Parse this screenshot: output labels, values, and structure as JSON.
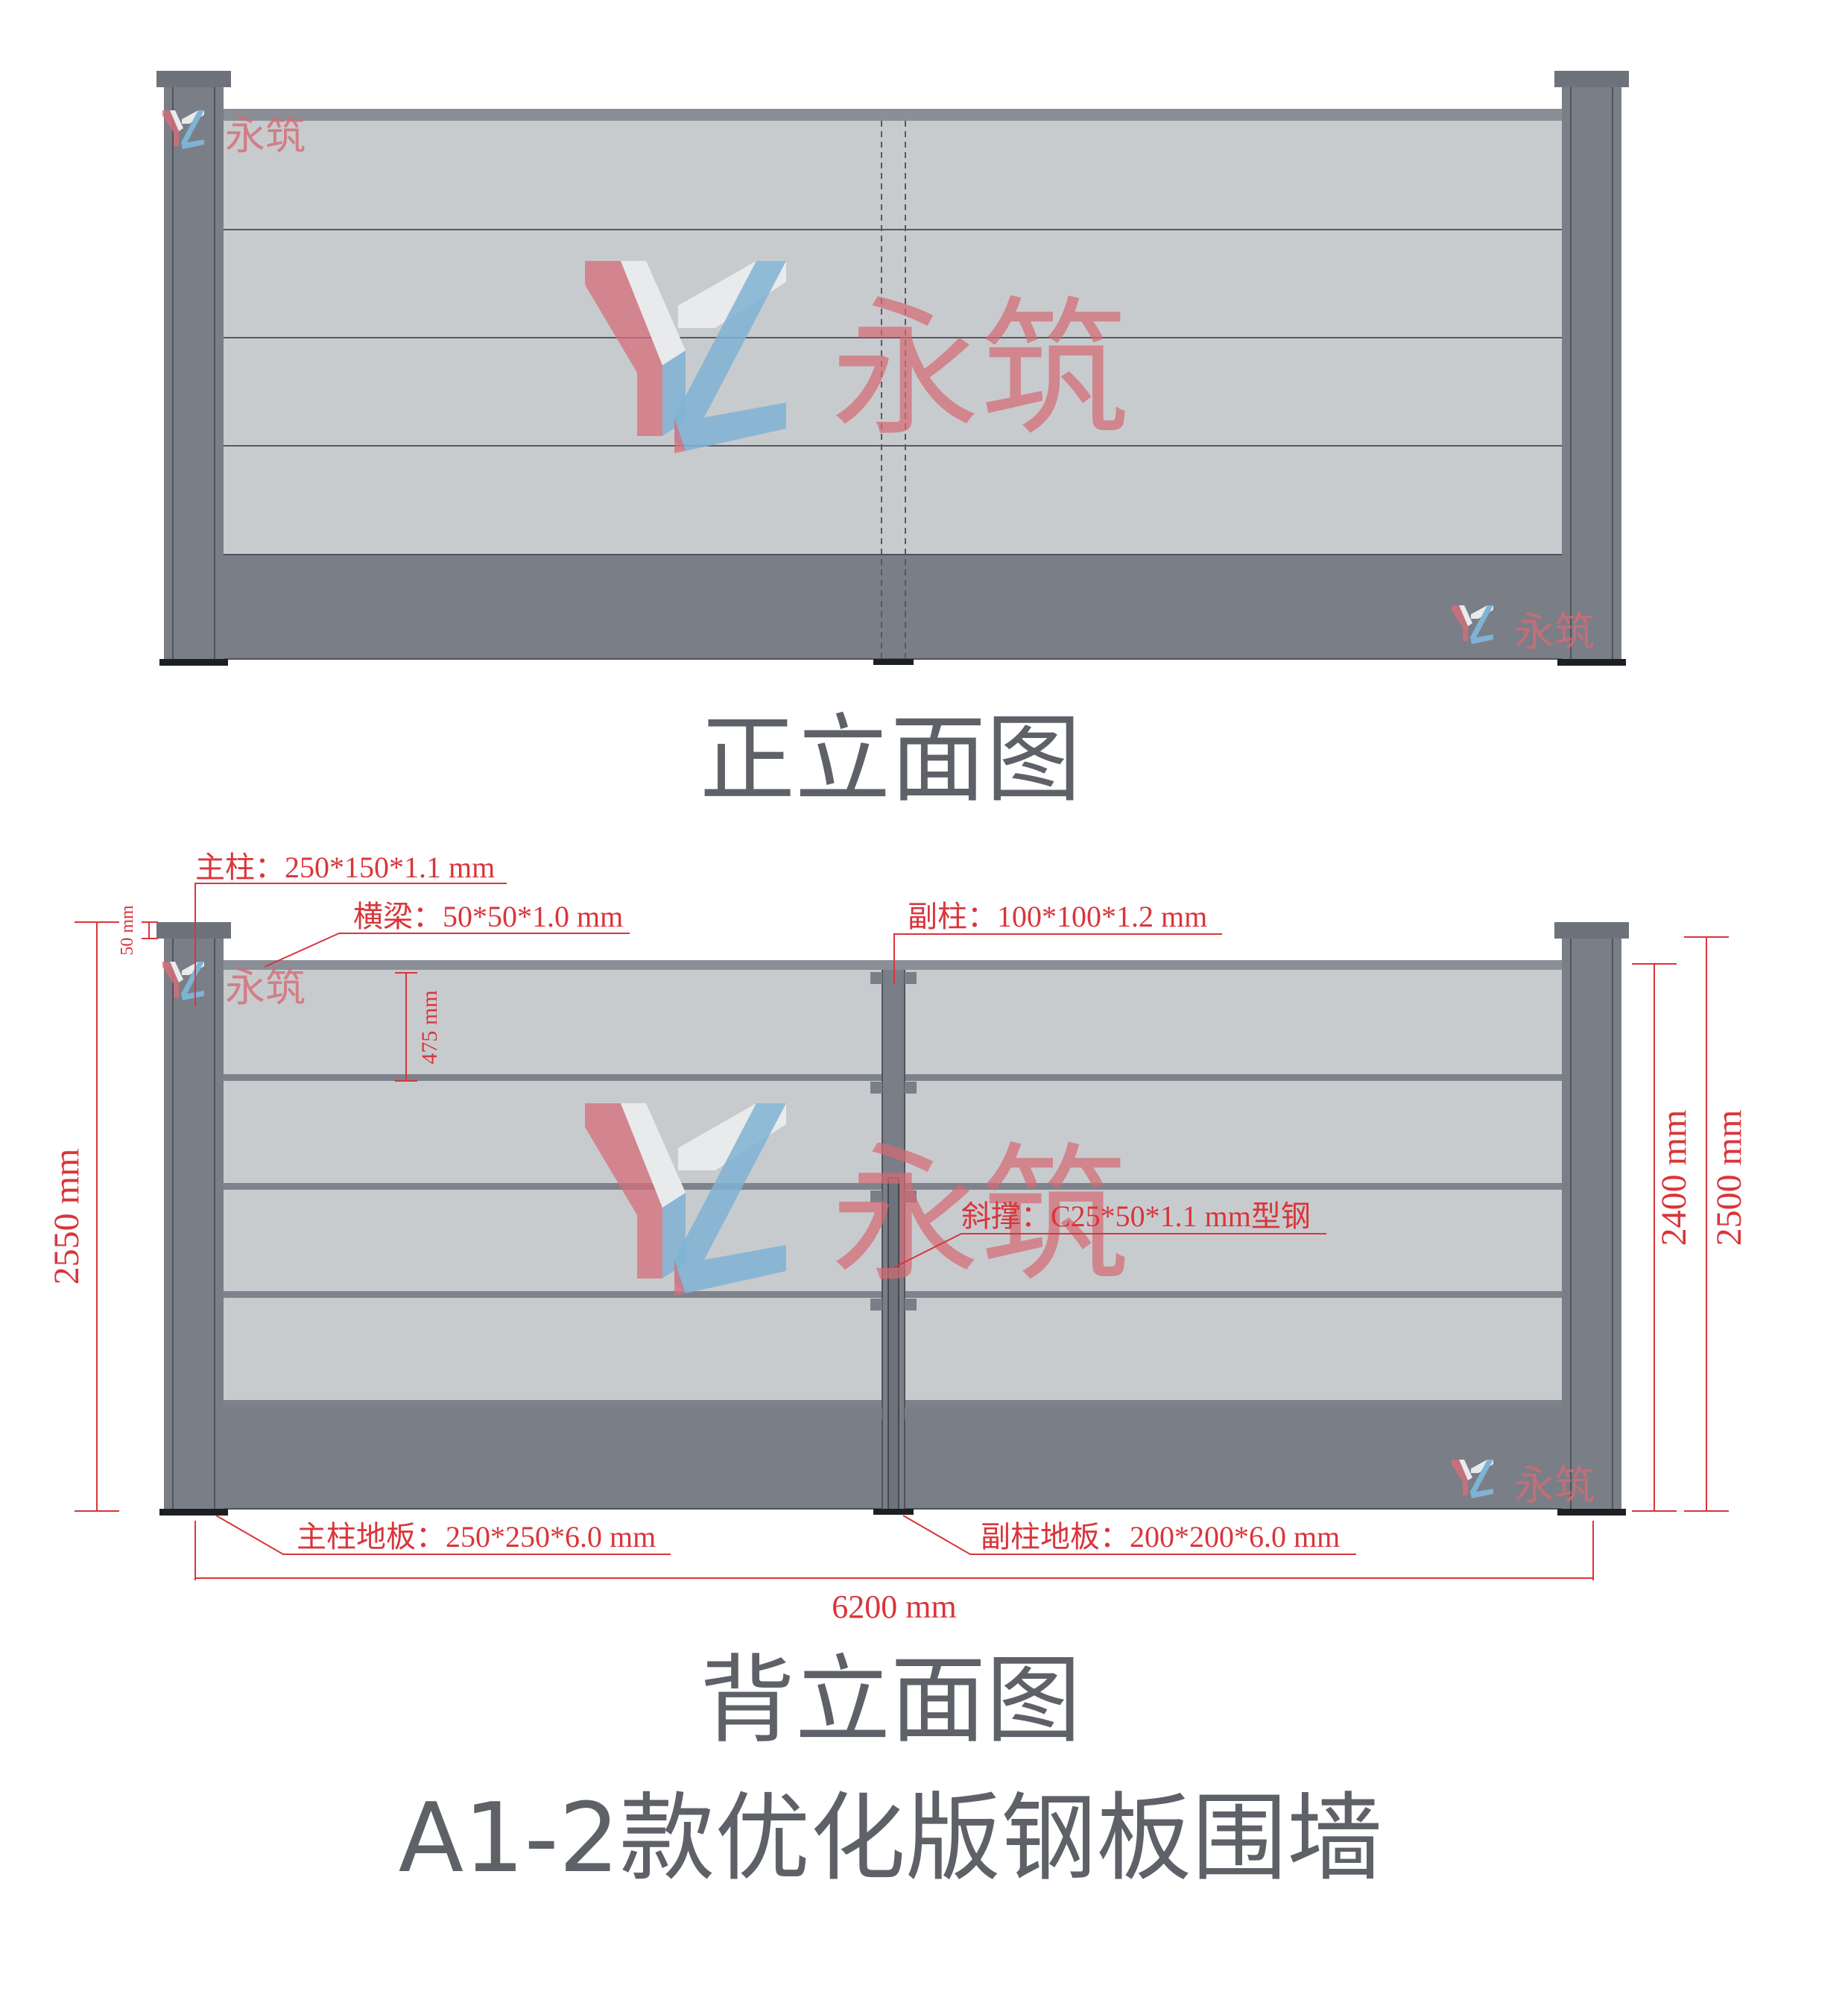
{
  "front_view": {
    "caption": "正立面图",
    "watermark": {
      "letters": "YZ",
      "text": "永筑"
    }
  },
  "back_view": {
    "caption": "背立面图",
    "watermark": {
      "letters": "YZ",
      "text": "永筑"
    },
    "annotations": {
      "main_post": "主柱：250*150*1.1 mm",
      "beam": "横梁：50*50*1.0 mm",
      "sub_post": "副柱：100*100*1.2 mm",
      "brace": "斜撑：C25*50*1.1 mm型钢",
      "main_base": "主柱地板：250*250*6.0 mm",
      "sub_base": "副柱地板：200*200*6.0 mm"
    },
    "dimensions": {
      "cap_height": "50 mm",
      "panel_height": "475 mm",
      "left_total": "2550 mm",
      "right_inner": "2400 mm",
      "right_total": "2500 mm",
      "width": "6200 mm"
    }
  },
  "title": "A1-2款优化版钢板围墙",
  "colors": {
    "panel": "#c8cbce",
    "post": "#7a7e87",
    "dimension": "#d9353b",
    "caption": "#5f6169"
  }
}
